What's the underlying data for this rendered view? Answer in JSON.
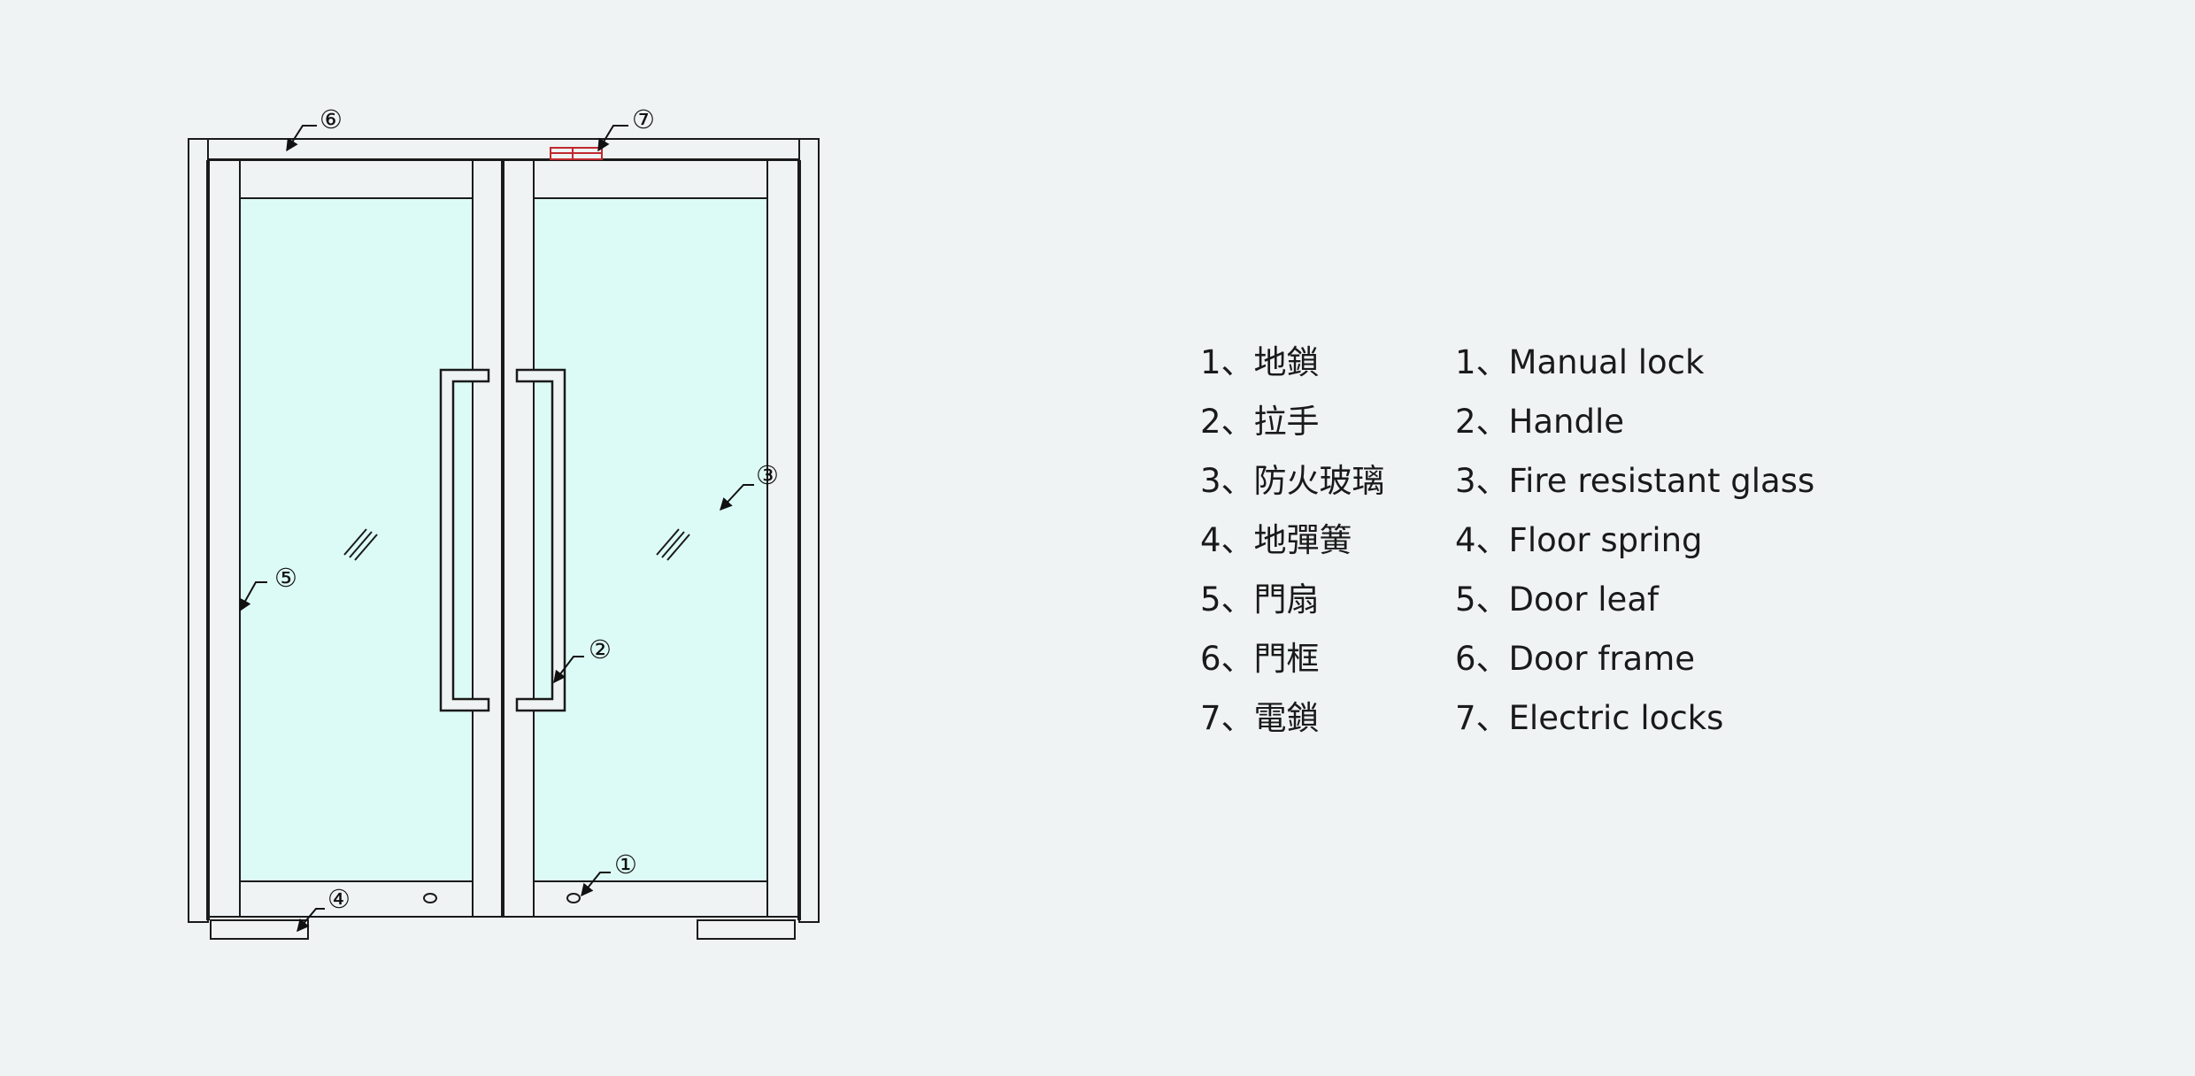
{
  "diagram": {
    "callouts": [
      "⑥",
      "⑦",
      "③",
      "⑤",
      "②",
      "④",
      "①"
    ]
  },
  "legend": {
    "items": [
      {
        "zh": "1、地鎖",
        "en": "1、Manual lock"
      },
      {
        "zh": "2、拉手",
        "en": "2、Handle"
      },
      {
        "zh": "3、防火玻璃",
        "en": "3、Fire resistant glass"
      },
      {
        "zh": "4、地彈簧",
        "en": "4、Floor spring"
      },
      {
        "zh": "5、門扇",
        "en": "5、Door leaf"
      },
      {
        "zh": "6、門框",
        "en": "6、Door frame"
      },
      {
        "zh": "7、電鎖",
        "en": "7、Electric locks"
      }
    ]
  },
  "colors": {
    "background": "#eff3f3",
    "glass": "#ddfbf6",
    "frame_line": "#1a1a1a",
    "electric_lock": "#c0282d"
  }
}
